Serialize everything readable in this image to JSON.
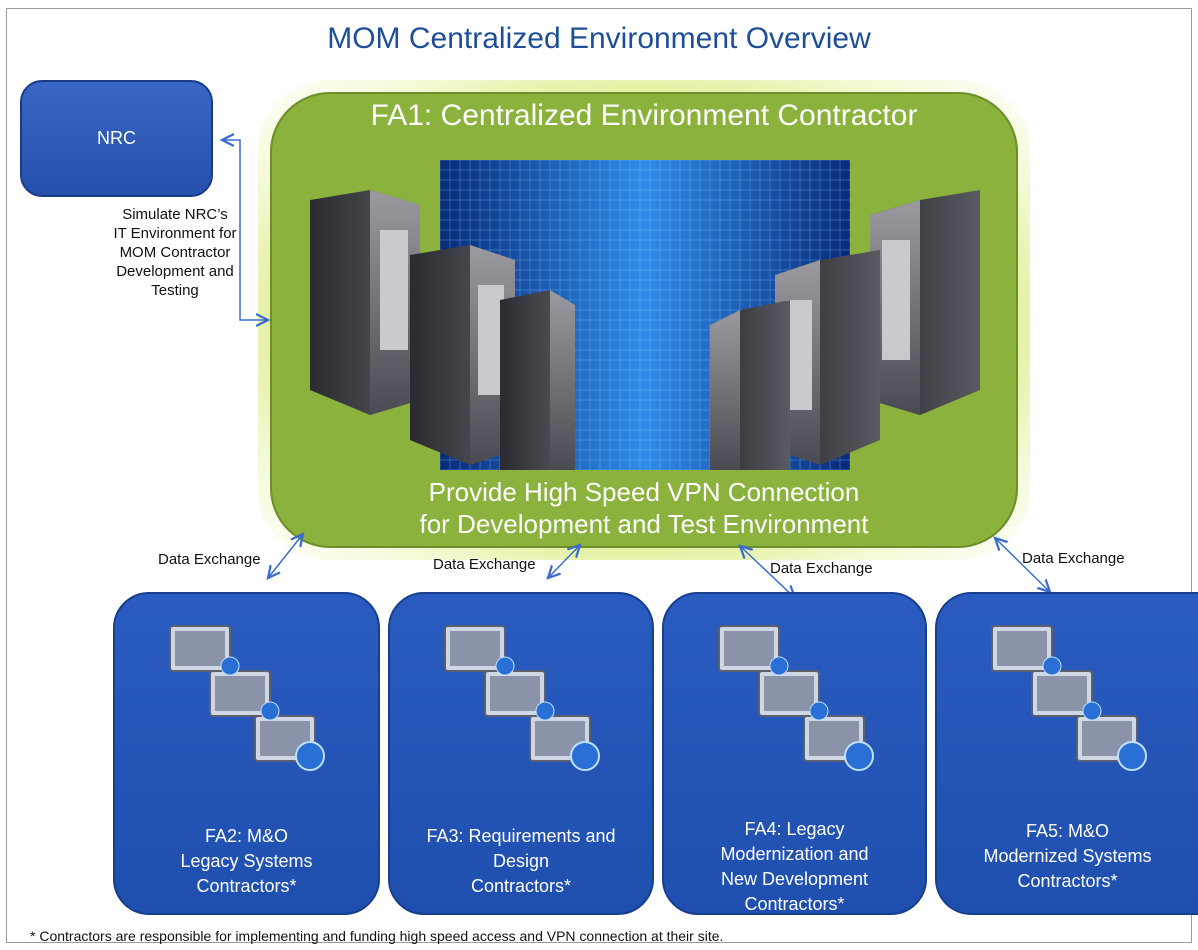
{
  "title": "MOM Centralized Environment Overview",
  "nrc": {
    "label": "NRC",
    "note_lines": [
      "Simulate NRC’s",
      "IT Environment for",
      "MOM Contractor",
      "Development and",
      "Testing"
    ]
  },
  "fa1": {
    "title": "FA1: Centralized Environment Contractor",
    "body_lines": [
      "Provide High Speed VPN Connection",
      "for Development and Test Environment"
    ]
  },
  "edges": [
    "Data Exchange",
    "Data Exchange",
    "Data Exchange",
    "Data Exchange"
  ],
  "contractors": [
    {
      "lines": [
        "FA2: M&O",
        "Legacy Systems",
        "Contractors*"
      ]
    },
    {
      "lines": [
        "FA3: Requirements and",
        "Design",
        "Contractors*"
      ]
    },
    {
      "lines": [
        "FA4: Legacy",
        "Modernization and",
        "New Development",
        "Contractors*"
      ]
    },
    {
      "lines": [
        "FA5: M&O",
        "Modernized Systems",
        "Contractors*"
      ]
    }
  ],
  "footnote": "* Contractors are responsible for implementing  and funding  high speed access and VPN connection at their site.",
  "colors": {
    "blue_box": "#2452b3",
    "green_box": "#8bb23c",
    "title": "#1f4e99"
  }
}
